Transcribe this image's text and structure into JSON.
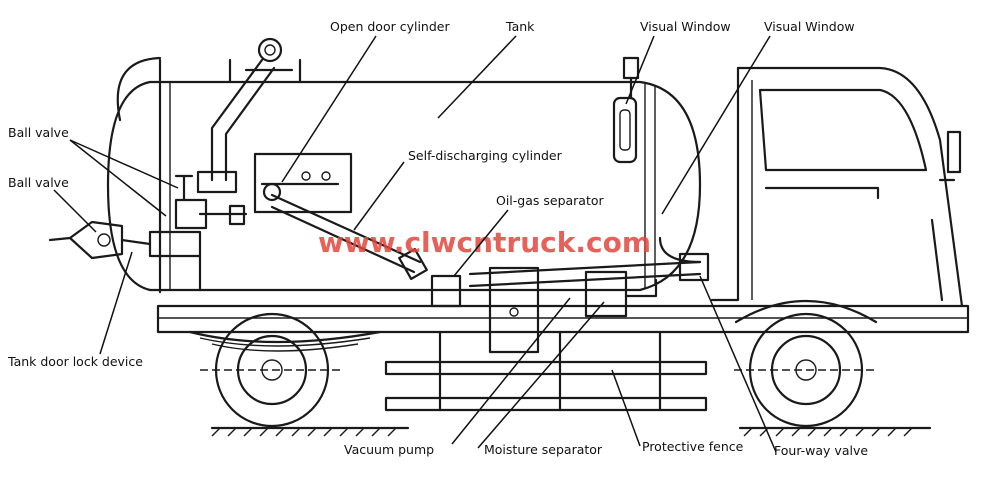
{
  "labels": {
    "open_door_cylinder": "Open door cylinder",
    "tank": "Tank",
    "visual_window_1": "Visual Window",
    "visual_window_2": "Visual Window",
    "ball_valve_1": "Ball valve",
    "ball_valve_2": "Ball valve",
    "self_discharging_cylinder": "Self-discharging cylinder",
    "oil_gas_separator": "Oil-gas separator",
    "tank_door_lock_device": "Tank door lock device",
    "vacuum_pump": "Vacuum pump",
    "moisture_separator": "Moisture separator",
    "protective_fence": "Protective fence",
    "four_way_valve": "Four-way valve"
  },
  "watermark": "www.clwcntruck.com"
}
